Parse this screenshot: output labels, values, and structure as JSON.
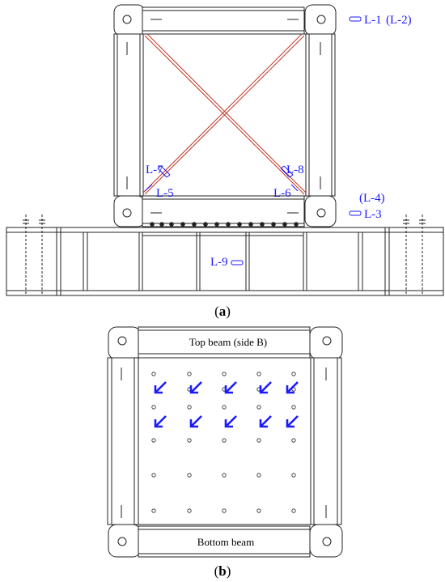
{
  "figure_a": {
    "caption": "(a)",
    "caption_letter": "a",
    "gauges": {
      "l1": "L-1",
      "l2": "(L-2)",
      "l3": "L-3",
      "l4": "(L-4)",
      "l5": "L-5",
      "l6": "L-6",
      "l7": "L-7",
      "l8": "L-8",
      "l9": "L-9"
    }
  },
  "figure_b": {
    "caption": "(b)",
    "caption_letter": "b",
    "top_beam_label": "Top beam (side B)",
    "bottom_beam_label": "Bottom beam"
  },
  "colors": {
    "line": "#222222",
    "brace": "#c0392b",
    "gauge_blue": "#1a1aff"
  }
}
